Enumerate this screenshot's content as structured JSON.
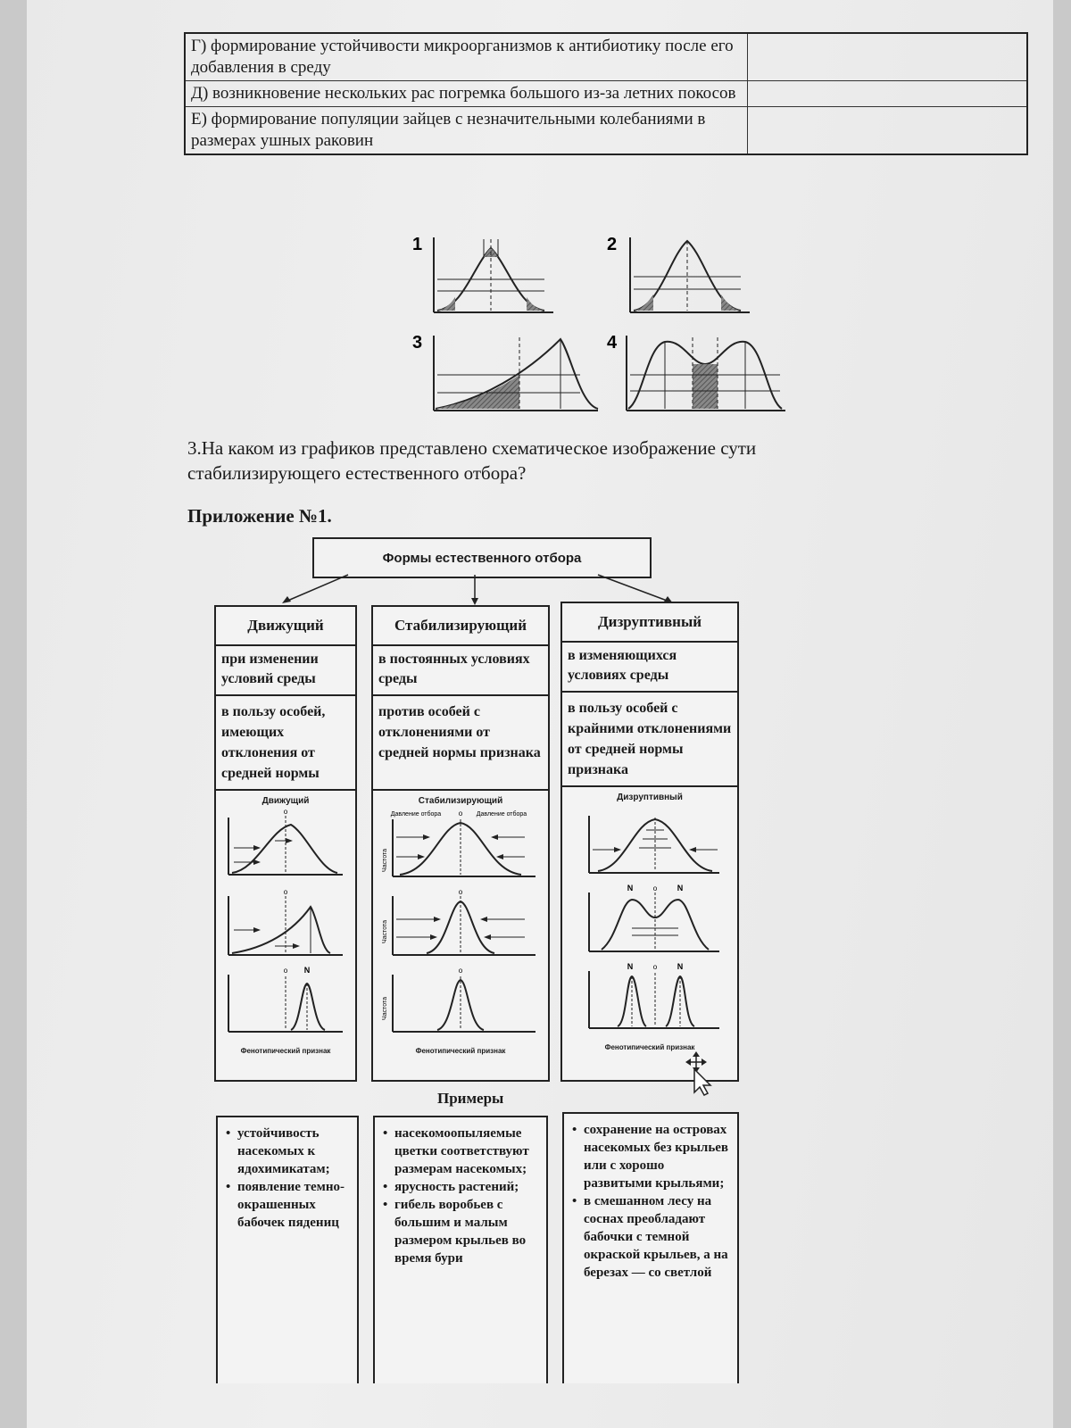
{
  "table_rows": [
    {
      "text": "Г) формирование устойчивости микроорганизмов к антибиотику после его добавления в среду"
    },
    {
      "text": "Д) возникновение нескольких рас погремка большого из-за летних покосов"
    },
    {
      "text": "Е) формирование популяции зайцев с незначительными колебаниями в размерах ушных раковин"
    }
  ],
  "graph_numbers": [
    "1",
    "2",
    "3",
    "4"
  ],
  "question": "3.На каком из графиков представлено схематическое изображение сути стабилизирующего естественного отбора?",
  "appendix_title": "Приложение №1.",
  "schema": {
    "title": "Формы естественного отбора",
    "columns": [
      {
        "name": "Движущий",
        "condition": "при изменении условий среды",
        "target": "в пользу особей, имеющих отклонения от средней нормы",
        "plot_title": "Движущий"
      },
      {
        "name": "Стабилизирующий",
        "condition": "в постоянных условиях среды",
        "target": "против особей с отклонениями от средней нормы признака",
        "plot_title": "Стабилизирующий",
        "pressure_label": "Давление отбора",
        "y_label": "Частота"
      },
      {
        "name": "Дизруптивный",
        "condition": "в изменяющихся условиях среды",
        "target": "в пользу особей с крайними отклонениями от средней нормы признака",
        "plot_title": "Дизруптивный"
      }
    ],
    "x_caption": "Фенотипический признак",
    "mark_o": "о",
    "mark_n": "N",
    "examples_title": "Примеры",
    "examples": [
      [
        "устойчивость насекомых к ядохимикатам;",
        "появление темно-окрашенных бабочек пядениц"
      ],
      [
        "насекомоопыляемые цветки соответствуют размерам насекомых;",
        "ярусность растений;",
        "гибель воробьев с большим и малым размером крыльев во время бури"
      ],
      [
        "сохранение на островах насекомых без крыльев или с хорошо развитыми крыльями;",
        "в смешанном лесу на соснах преобладают бабочки с темной окраской крыльев, а на березах — со светлой"
      ]
    ]
  }
}
